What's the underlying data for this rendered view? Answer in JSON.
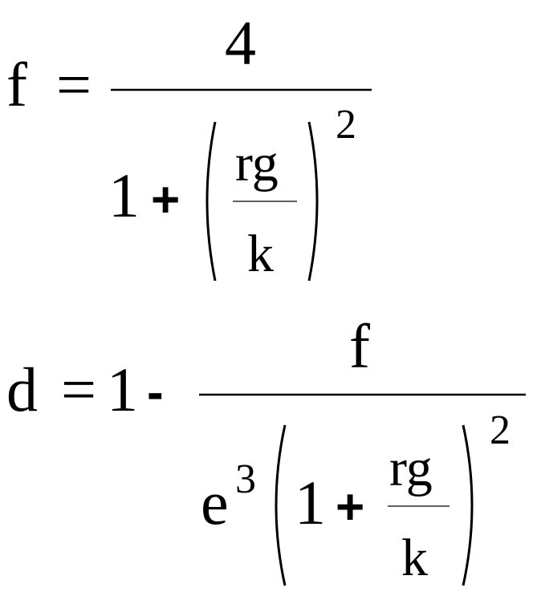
{
  "eq1": {
    "lhs": "f",
    "equals": "=",
    "numerator": "4",
    "one": "1",
    "plus": "+",
    "inner_numerator": "rg",
    "inner_denominator": "k",
    "power": "2"
  },
  "eq2": {
    "lhs": "d",
    "equals": "=",
    "one_a": "1",
    "minus": "-",
    "numerator": "f",
    "e": "e",
    "e_power": "3",
    "one_b": "1",
    "plus": "+",
    "inner_numerator": "rg",
    "inner_denominator": "k",
    "power": "2"
  }
}
